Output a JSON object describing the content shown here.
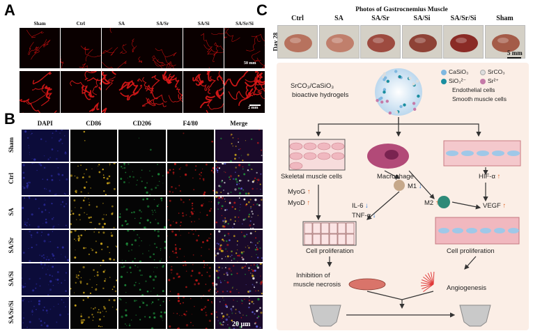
{
  "letters": {
    "a": "A",
    "b": "B",
    "c": "C"
  },
  "panel_a": {
    "columns": [
      "Sham",
      "Ctrl",
      "SA",
      "SA/Sr",
      "SA/Si",
      "SA/Sr/Si"
    ],
    "scale_top": "50 mm",
    "scale_bottom": "2 mm"
  },
  "panel_b": {
    "columns": [
      "DAPI",
      "CD86",
      "CD206",
      "F4/80",
      "Merge"
    ],
    "rows": [
      "Sham",
      "Ctrl",
      "SA",
      "SA/Sr",
      "SA/Si",
      "SA/Sr/Si"
    ],
    "scale": "20 μm",
    "colors": {
      "DAPI": "#1a1a6e",
      "CD86": "#c9a21a",
      "CD206": "#1e8a3a",
      "F4/80": "#c01818"
    }
  },
  "panel_c": {
    "title": "Photos of Gastrocnemius Muscle",
    "day_label": "Day 28",
    "columns": [
      "Ctrl",
      "SA",
      "SA/Sr",
      "SA/Si",
      "SA/Sr/Si",
      "Sham"
    ],
    "scale": "5 mm",
    "schematic": {
      "hydrogel_label_1": "SrCO₃/CaSiO₃",
      "hydrogel_label_2": "bioactive hydrogels",
      "legend_casio3": "CaSiO₃",
      "legend_srco3": "SrCO₃",
      "legend_sio3": "SiO₃²⁻",
      "legend_sr": "Sr²⁺",
      "legend_endothelial": "Endothelial cells",
      "legend_smooth": "Smooth muscle cells",
      "skeletal": "Skeletal muscle cells",
      "macrophage": "Macrophage",
      "m1": "M1",
      "m2": "M2",
      "myog": "MyoG",
      "myod": "MyoD",
      "il6": "IL-6",
      "tnfa": "TNF-α",
      "hif": "HIF-α",
      "vegf": "VEGF",
      "cell_prolif_left": "Cell proliferation",
      "cell_prolif_right": "Cell proliferation",
      "inhibition_1": "Inhibition of",
      "inhibition_2": "muscle necrosis",
      "angiogenesis": "Angiogenesis",
      "up_arrow": "↑",
      "down_arrow": "↓"
    }
  }
}
